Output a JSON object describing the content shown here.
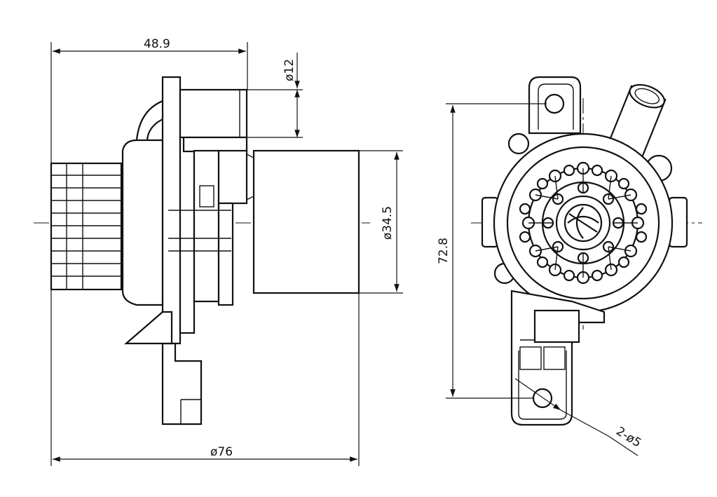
{
  "drawing": {
    "dimensions": {
      "width_side": "48.9",
      "outlet_dia": "ø12",
      "motor_dia": "ø34.5",
      "overall_dia": "ø76",
      "height_front": "72.8",
      "mount_holes": "2-ø5"
    }
  }
}
